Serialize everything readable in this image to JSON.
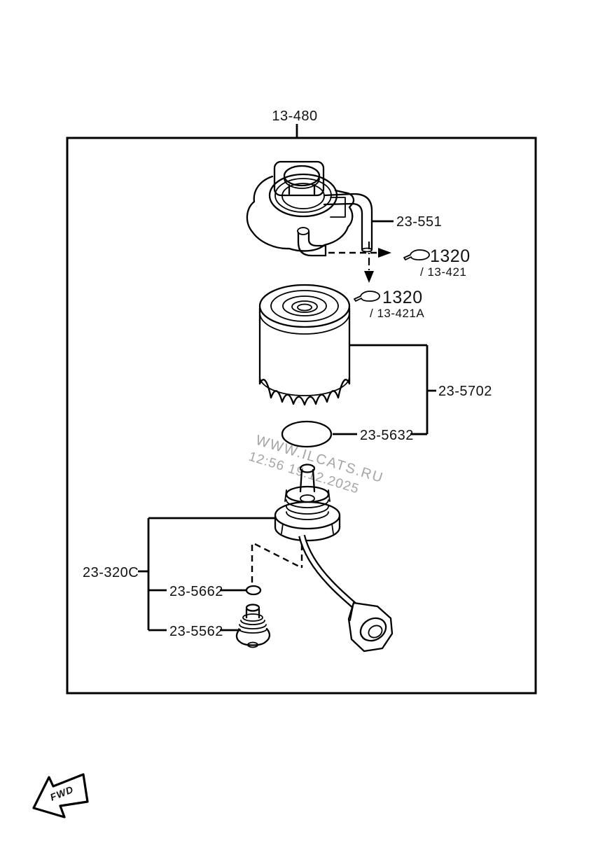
{
  "page": {
    "background_color": "#ffffff"
  },
  "diagram": {
    "title": "13-480",
    "line_color": "#000000",
    "watermark": {
      "line1": "WWW.ILCATS.RU",
      "line2": "12:56 19.12.2025",
      "color": "#9c9c9c"
    },
    "fwd_marker": "FWD",
    "callouts": {
      "pump": "23-551",
      "clip_upper": {
        "code": "1320",
        "ref": "/ 13-421"
      },
      "clip_lower": {
        "code": "1320",
        "ref": "/ 13-421A"
      },
      "filter_element": "23-5702",
      "gasket": "23-5632",
      "bracket": "23-320C",
      "float": "23-5662",
      "drain_plug": "23-5562"
    }
  }
}
